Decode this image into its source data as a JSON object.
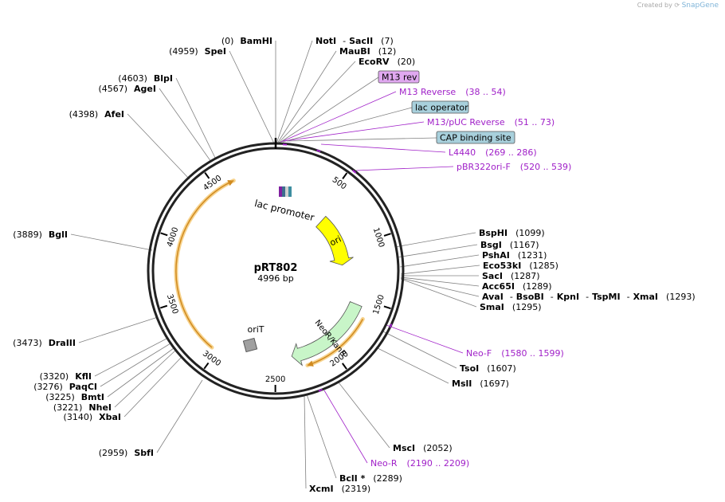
{
  "credit": {
    "text": "Created by",
    "brand": "SnapGene"
  },
  "plasmid": {
    "name": "pRT802",
    "length_label": "4996 bp",
    "length": 4996
  },
  "ruler": [
    "500",
    "1000",
    "1500",
    "2000",
    "2500",
    "3000",
    "3500",
    "4000",
    "4500"
  ],
  "features": [
    {
      "label": "ori",
      "start": 590,
      "end": 1180,
      "color": "#ffff00"
    },
    {
      "label": "NeoR/KanR",
      "start": 1560,
      "end": 2350,
      "color": "#c8f5c8"
    },
    {
      "label": "lac promoter",
      "color": "#3d6e8e"
    },
    {
      "label": "oriT",
      "color": "#a0a0a0"
    }
  ],
  "orfs": [
    {
      "start": 1650,
      "end": 2240
    },
    {
      "start": 3050,
      "end": 4650
    }
  ],
  "sites": [
    {
      "name": "BamHI",
      "pos": "(0)"
    },
    {
      "name": "NotI",
      "sep": "-",
      "name2": "SacII",
      "pos": "(7)"
    },
    {
      "name": "MauBI",
      "pos": "(12)"
    },
    {
      "name": "EcoRV",
      "pos": "(20)"
    },
    {
      "name": "SpeI",
      "pos": "(4959)"
    },
    {
      "name": "BlpI",
      "pos": "(4603)"
    },
    {
      "name": "AgeI",
      "pos": "(4567)"
    },
    {
      "name": "AfeI",
      "pos": "(4398)"
    },
    {
      "name": "BglI",
      "pos": "(3889)"
    },
    {
      "name": "DraIII",
      "pos": "(3473)"
    },
    {
      "name": "KflI",
      "pos": "(3320)"
    },
    {
      "name": "PaqCI",
      "pos": "(3276)"
    },
    {
      "name": "BmtI",
      "pos": "(3225)"
    },
    {
      "name": "NheI",
      "pos": "(3221)"
    },
    {
      "name": "XbaI",
      "pos": "(3140)"
    },
    {
      "name": "SbfI",
      "pos": "(2959)"
    },
    {
      "name": "BspHI",
      "pos": "(1099)"
    },
    {
      "name": "BsgI",
      "pos": "(1167)"
    },
    {
      "name": "PshAI",
      "pos": "(1231)"
    },
    {
      "name": "Eco53kI",
      "pos": "(1285)"
    },
    {
      "name": "SacI",
      "pos": "(1287)"
    },
    {
      "name": "Acc65I",
      "pos": "(1289)"
    },
    {
      "name": "AvaI",
      "pos": "(1293)",
      "rest": [
        "BsoBI",
        "KpnI",
        "TspMI",
        "XmaI"
      ]
    },
    {
      "name": "SmaI",
      "pos": "(1295)"
    },
    {
      "name": "TsoI",
      "pos": "(1607)"
    },
    {
      "name": "MslI",
      "pos": "(1697)"
    },
    {
      "name": "MscI",
      "pos": "(2052)"
    },
    {
      "name": "BclI *",
      "pos": "(2289)"
    },
    {
      "name": "XcmI",
      "pos": "(2319)"
    }
  ],
  "primers": [
    {
      "name": "M13 Reverse",
      "range": "(38 .. 54)"
    },
    {
      "name": "M13/pUC Reverse",
      "range": "(51 .. 73)"
    },
    {
      "name": "L4440",
      "range": "(269 .. 286)"
    },
    {
      "name": "pBR322ori-F",
      "range": "(520 .. 539)"
    },
    {
      "name": "Neo-F",
      "range": "(1580 .. 1599)"
    },
    {
      "name": "Neo-R",
      "range": "(2190 .. 2209)"
    }
  ],
  "boxed_features": [
    {
      "label": "M13 rev",
      "fill": "#e0a8f0"
    },
    {
      "label": "lac operator",
      "fill": "#a8d0dc"
    },
    {
      "label": "CAP binding site",
      "fill": "#a8d0dc"
    }
  ],
  "colors": {
    "primer": "#a020c8",
    "orf": "#f5c870",
    "orf_stroke": "#d08a20",
    "ring": "#222222",
    "leader": "#808080"
  }
}
